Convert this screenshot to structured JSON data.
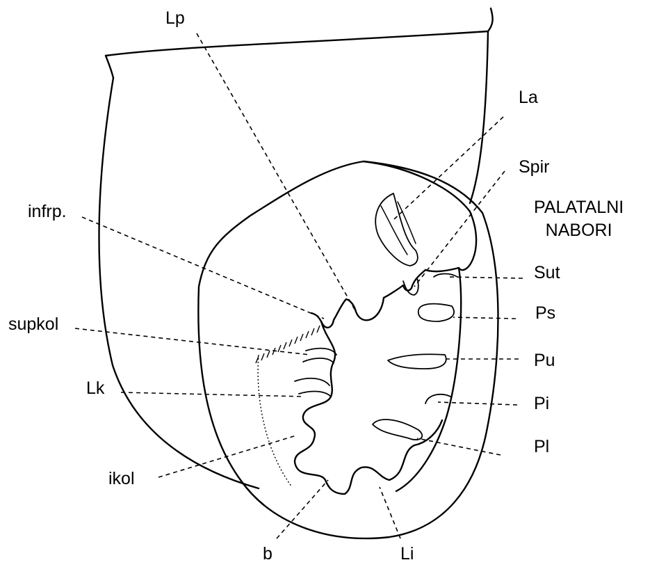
{
  "labels": {
    "lp": "Lp",
    "la": "La",
    "spir": "Spir",
    "infrp": "infrp.",
    "supkol": "supkol",
    "lk": "Lk",
    "ikol": "ikol",
    "b": "b",
    "li": "Li",
    "sut": "Sut",
    "ps": "Ps",
    "pu": "Pu",
    "pi": "Pi",
    "pl": "Pl"
  },
  "group_heading": {
    "line1": "PALATALNI",
    "line2": "NABORI"
  }
}
